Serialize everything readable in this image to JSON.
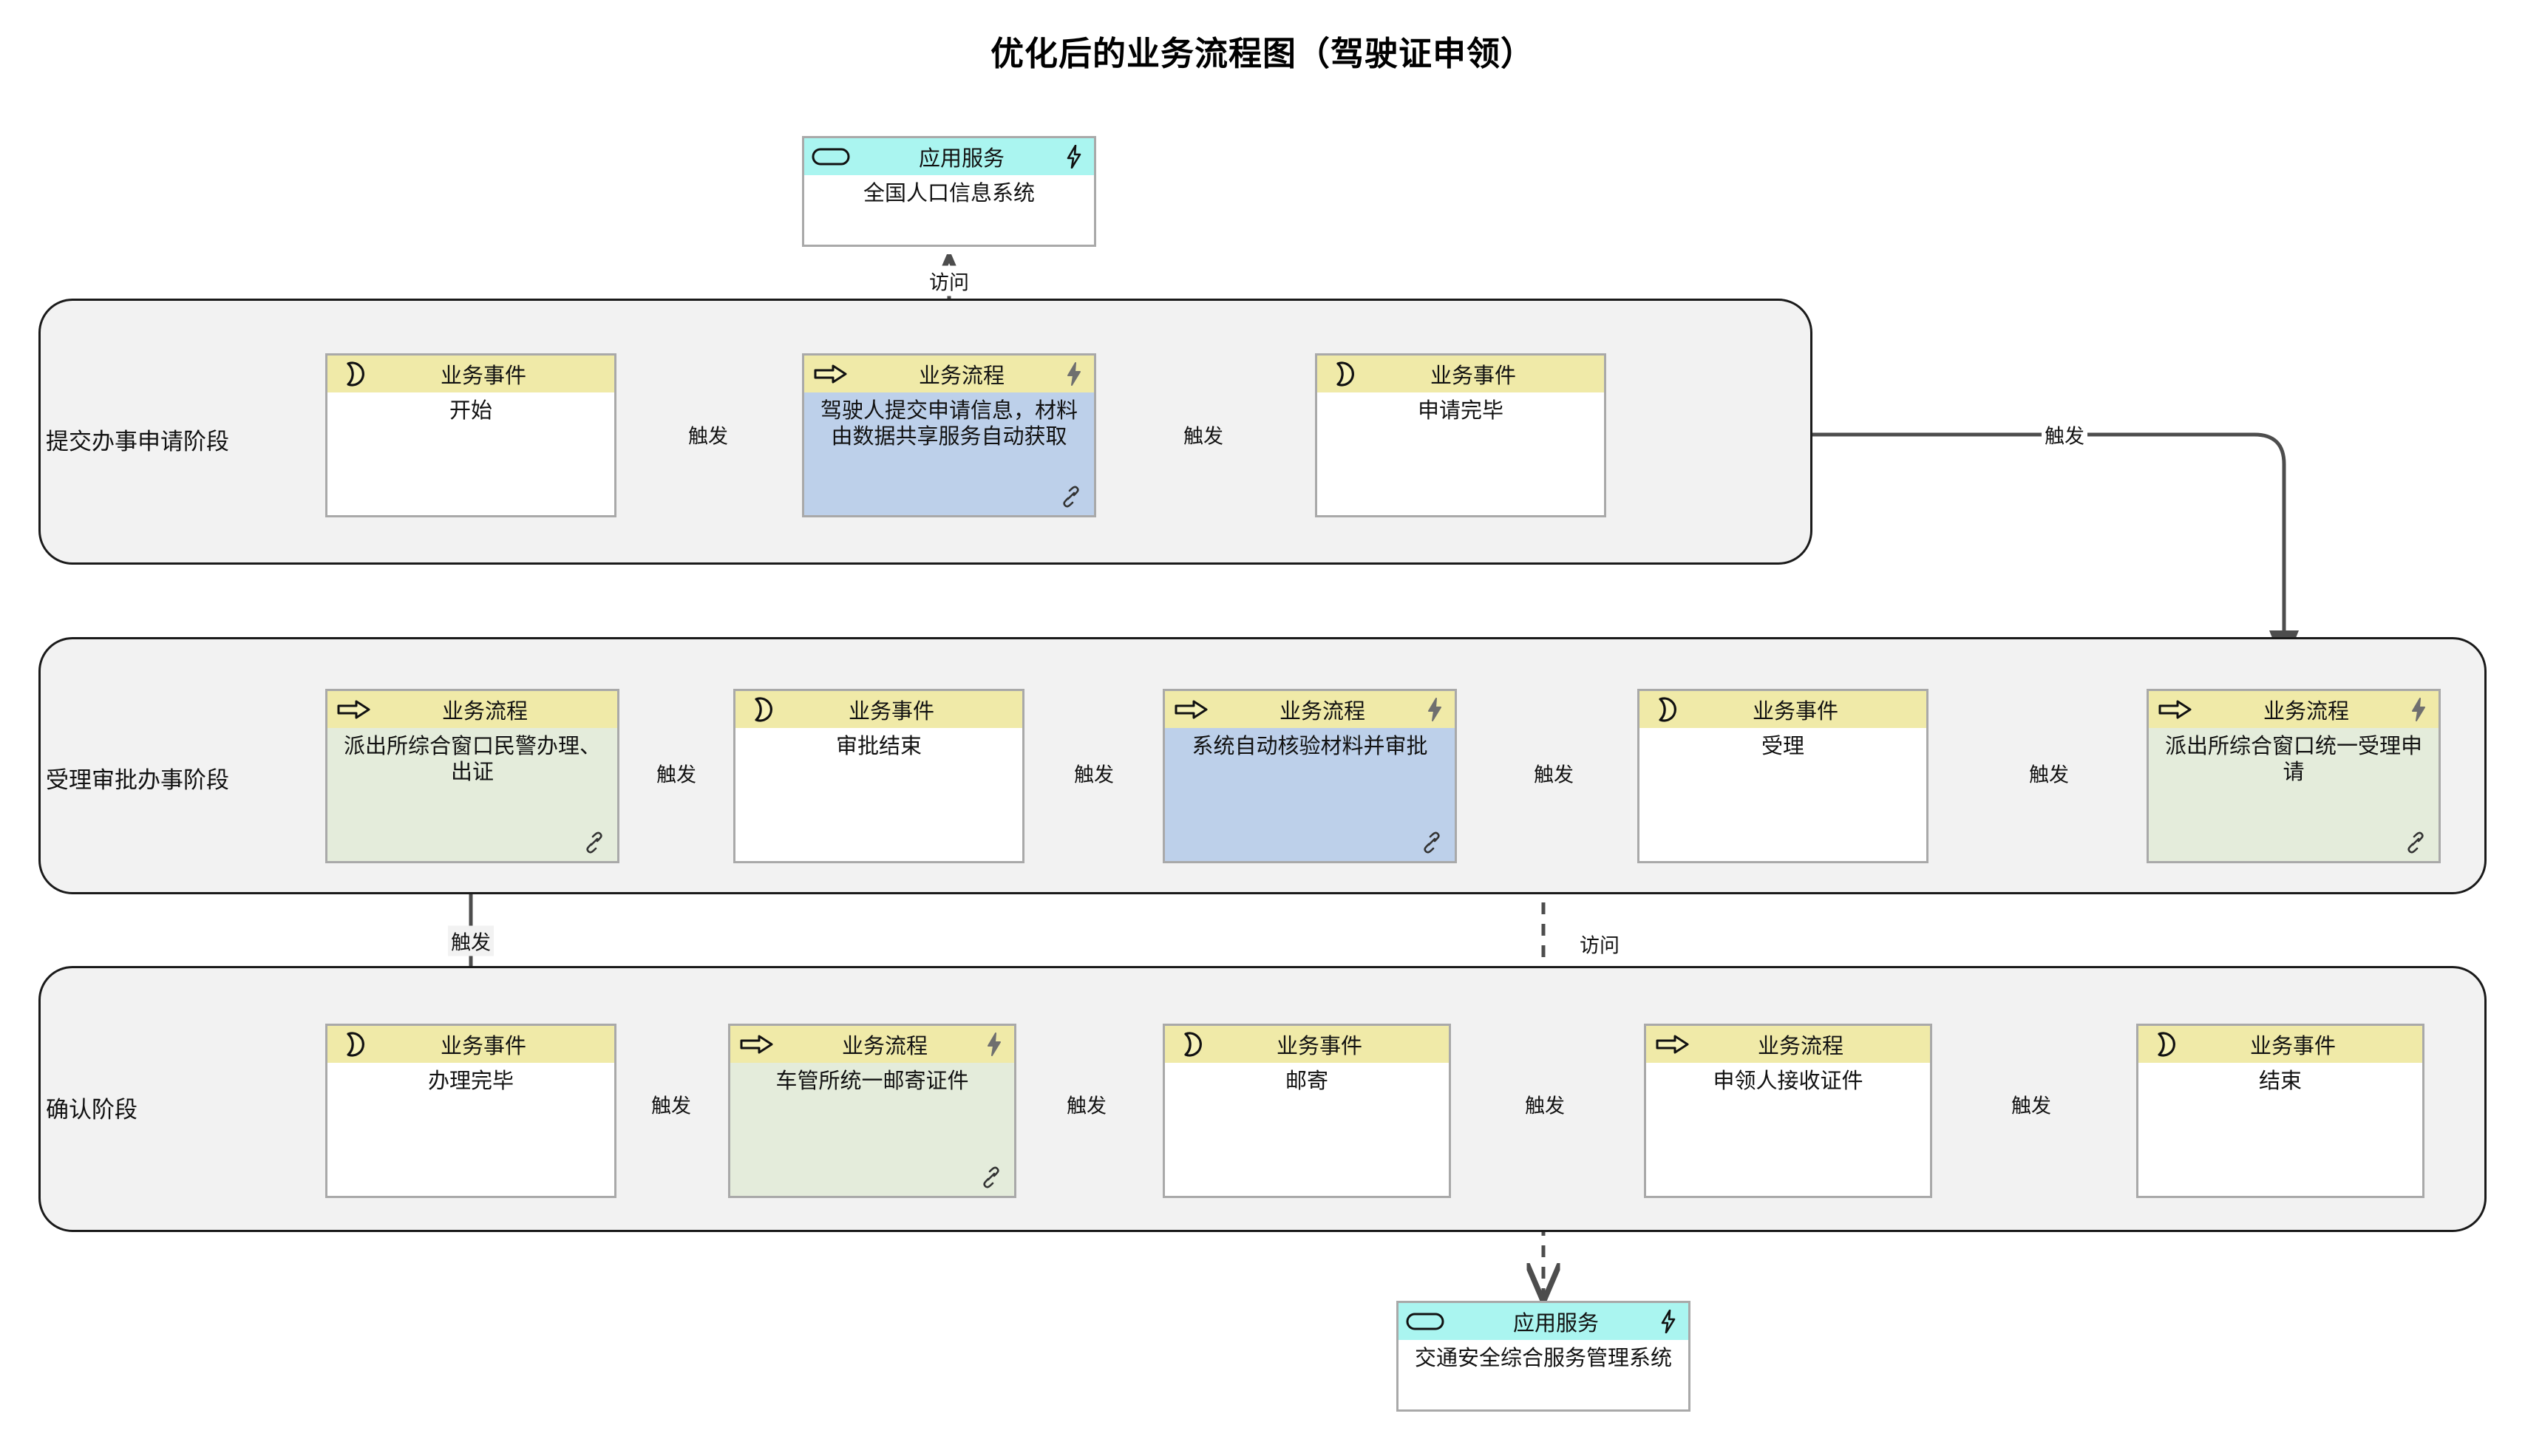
{
  "title": "优化后的业务流程图（驾驶证申领）",
  "element_types": {
    "business_event": "业务事件",
    "business_process": "业务流程",
    "application_service": "应用服务"
  },
  "icons": {
    "business_event": "crescent-event-icon",
    "business_process": "arrow-process-icon",
    "application_service": "rounded-rect-service-icon",
    "bolt": "lightning-bolt-icon",
    "link": "link-chain-icon"
  },
  "colors": {
    "header_yellow": "#f0eaa8",
    "header_cyan": "#aaf5f0",
    "body_white": "#ffffff",
    "body_blue": "#bdd0ea",
    "body_green": "#e4ecdb",
    "phase_fill": "#f2f2f2",
    "phase_border": "#1a1a1a",
    "node_border": "#a9a9a9",
    "edge": "#4d4d4d"
  },
  "phases": [
    {
      "id": "phase1",
      "label": "提交办事申请阶段"
    },
    {
      "id": "phase2",
      "label": "受理审批办事阶段"
    },
    {
      "id": "phase3",
      "label": "确认阶段"
    }
  ],
  "services": [
    {
      "id": "svc-top",
      "type": "应用服务",
      "name": "全国人口信息系统",
      "bolt": true
    },
    {
      "id": "svc-bottom",
      "type": "应用服务",
      "name": "交通安全综合服务管理系统",
      "bolt": true
    }
  ],
  "nodes": [
    {
      "id": "n-start",
      "phase": "phase1",
      "type": "业务事件",
      "name": "开始",
      "body": "white",
      "bolt": false,
      "link": false
    },
    {
      "id": "n-submit",
      "phase": "phase1",
      "type": "业务流程",
      "name": "驾驶人提交申请信息，材料由数据共享服务自动获取",
      "body": "blue",
      "bolt": true,
      "link": true
    },
    {
      "id": "n-applied",
      "phase": "phase1",
      "type": "业务事件",
      "name": "申请完毕",
      "body": "white",
      "bolt": false,
      "link": false
    },
    {
      "id": "n-police",
      "phase": "phase2",
      "type": "业务流程",
      "name": "派出所综合窗口民警办理、出证",
      "body": "green",
      "bolt": false,
      "link": true
    },
    {
      "id": "n-approved",
      "phase": "phase2",
      "type": "业务事件",
      "name": "审批结束",
      "body": "white",
      "bolt": false,
      "link": false
    },
    {
      "id": "n-autocheck",
      "phase": "phase2",
      "type": "业务流程",
      "name": "系统自动核验材料并审批",
      "body": "blue",
      "bolt": true,
      "link": true
    },
    {
      "id": "n-accept",
      "phase": "phase2",
      "type": "业务事件",
      "name": "受理",
      "body": "white",
      "bolt": false,
      "link": false
    },
    {
      "id": "n-unified",
      "phase": "phase2",
      "type": "业务流程",
      "name": "派出所综合窗口统一受理申请",
      "body": "green",
      "bolt": true,
      "link": true
    },
    {
      "id": "n-done",
      "phase": "phase3",
      "type": "业务事件",
      "name": "办理完毕",
      "body": "white",
      "bolt": false,
      "link": false
    },
    {
      "id": "n-mailproc",
      "phase": "phase3",
      "type": "业务流程",
      "name": "车管所统一邮寄证件",
      "body": "green",
      "bolt": true,
      "link": true
    },
    {
      "id": "n-mail",
      "phase": "phase3",
      "type": "业务事件",
      "name": "邮寄",
      "body": "white",
      "bolt": false,
      "link": false
    },
    {
      "id": "n-receive",
      "phase": "phase3",
      "type": "业务流程",
      "name": "申领人接收证件",
      "body": "white",
      "bolt": false,
      "link": false
    },
    {
      "id": "n-end",
      "phase": "phase3",
      "type": "业务事件",
      "name": "结束",
      "body": "white",
      "bolt": false,
      "link": false
    }
  ],
  "edge_labels": {
    "trigger": "触发",
    "access": "访问"
  },
  "edges": [
    {
      "from": "n-start",
      "to": "n-submit",
      "label": "触发",
      "style": "solid"
    },
    {
      "from": "n-submit",
      "to": "n-applied",
      "label": "触发",
      "style": "solid"
    },
    {
      "from": "n-applied",
      "to": "n-unified",
      "label": "触发",
      "style": "solid"
    },
    {
      "from": "n-unified",
      "to": "n-accept",
      "label": "触发",
      "style": "solid"
    },
    {
      "from": "n-accept",
      "to": "n-autocheck",
      "label": "触发",
      "style": "solid"
    },
    {
      "from": "n-autocheck",
      "to": "n-approved",
      "label": "触发",
      "style": "solid"
    },
    {
      "from": "n-approved",
      "to": "n-police",
      "label": "触发",
      "style": "solid"
    },
    {
      "from": "n-police",
      "to": "n-done",
      "label": "触发",
      "style": "solid"
    },
    {
      "from": "n-done",
      "to": "n-mailproc",
      "label": "触发",
      "style": "solid"
    },
    {
      "from": "n-mailproc",
      "to": "n-mail",
      "label": "触发",
      "style": "solid"
    },
    {
      "from": "n-mail",
      "to": "n-receive",
      "label": "触发",
      "style": "solid"
    },
    {
      "from": "n-receive",
      "to": "n-end",
      "label": "触发",
      "style": "solid"
    },
    {
      "from": "n-submit",
      "to": "svc-top",
      "label": "访问",
      "style": "dashed"
    },
    {
      "from": "n-autocheck",
      "to": "svc-bottom",
      "label": "访问",
      "style": "dashed"
    }
  ],
  "labels": {
    "trig_1": "触发",
    "trig_2": "触发",
    "trig_3": "触发",
    "trig_4": "触发",
    "trig_5": "触发",
    "trig_6": "触发",
    "trig_7": "触发",
    "trig_8": "触发",
    "trig_9": "触发",
    "trig_10": "触发",
    "trig_11": "触发",
    "trig_12": "触发",
    "access_1": "访问",
    "access_2": "访问"
  }
}
